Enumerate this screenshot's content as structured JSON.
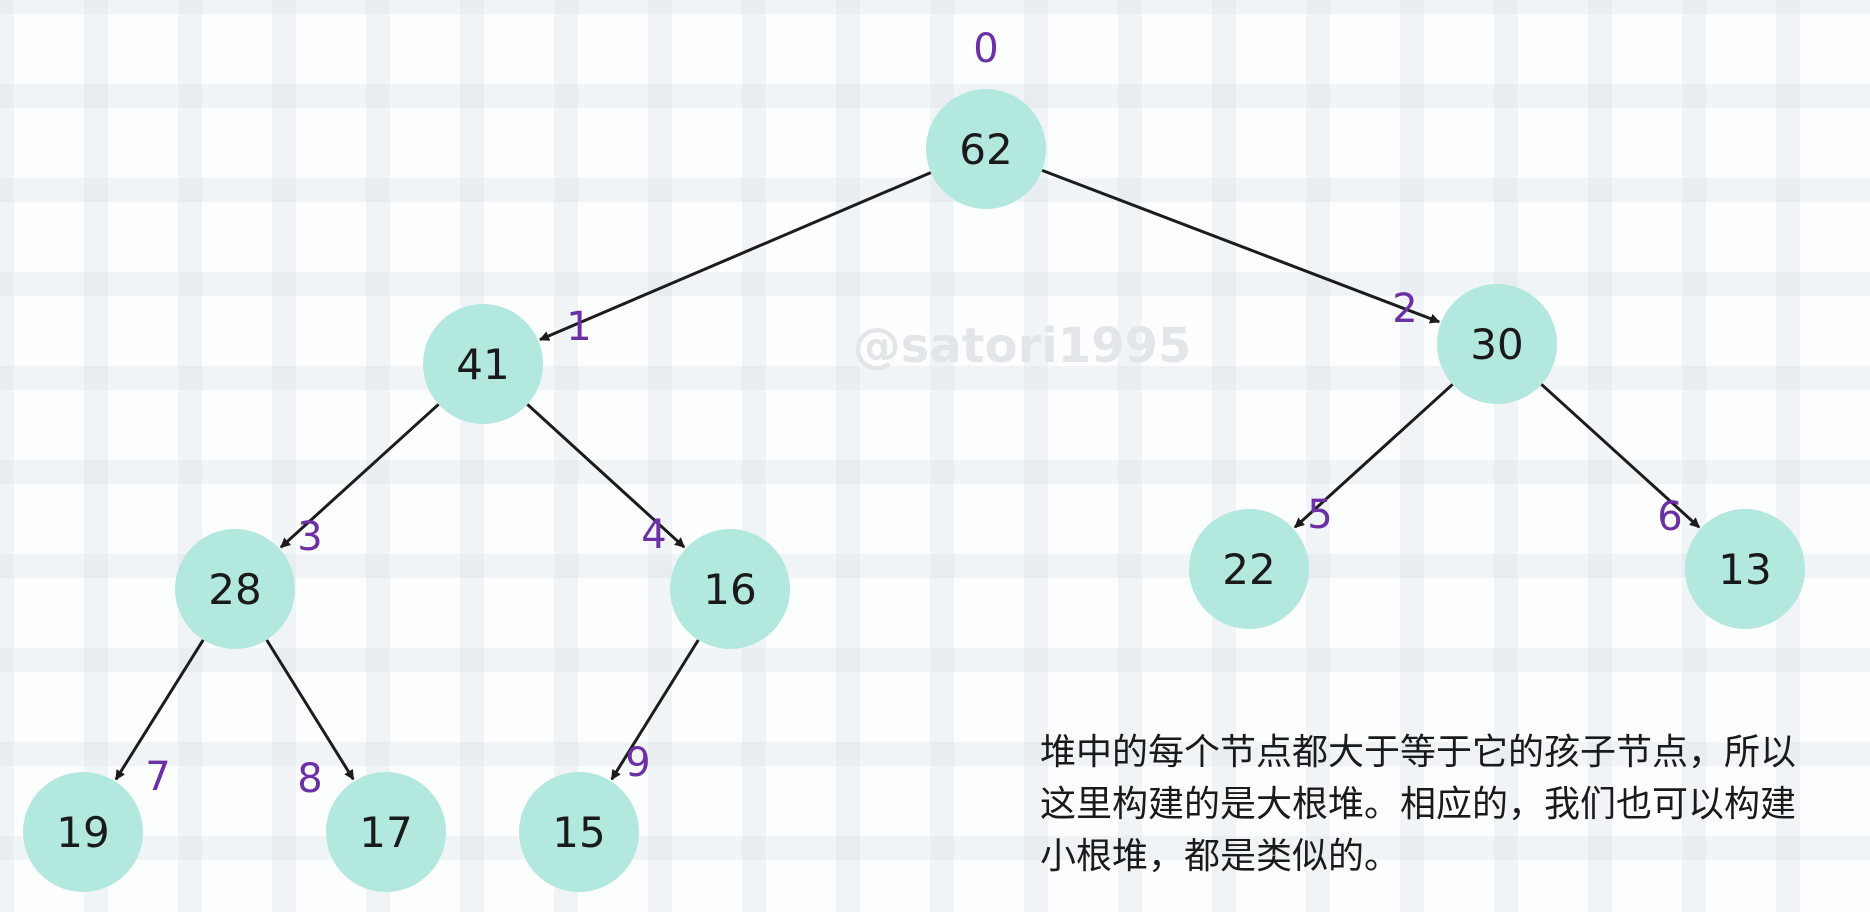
{
  "watermark": "@satori1995",
  "nodes": [
    {
      "index": "0",
      "value": "62"
    },
    {
      "index": "1",
      "value": "41"
    },
    {
      "index": "2",
      "value": "30"
    },
    {
      "index": "3",
      "value": "28"
    },
    {
      "index": "4",
      "value": "16"
    },
    {
      "index": "5",
      "value": "22"
    },
    {
      "index": "6",
      "value": "13"
    },
    {
      "index": "7",
      "value": "19"
    },
    {
      "index": "8",
      "value": "17"
    },
    {
      "index": "9",
      "value": "15"
    }
  ],
  "edges": [
    {
      "from": "0",
      "to": "1"
    },
    {
      "from": "0",
      "to": "2"
    },
    {
      "from": "1",
      "to": "3"
    },
    {
      "from": "1",
      "to": "4"
    },
    {
      "from": "2",
      "to": "5"
    },
    {
      "from": "2",
      "to": "6"
    },
    {
      "from": "3",
      "to": "7"
    },
    {
      "from": "3",
      "to": "8"
    },
    {
      "from": "4",
      "to": "9"
    }
  ],
  "colors": {
    "node_fill": "#b3e8df",
    "index_color": "#6d2fa6",
    "edge_color": "#1c1c1c"
  },
  "caption": {
    "lines": [
      "堆中的每个节点都大于等于它的孩子节点，所以",
      "这里构建的是大根堆。相应的，我们也可以构建",
      "小根堆，都是类似的。"
    ]
  }
}
